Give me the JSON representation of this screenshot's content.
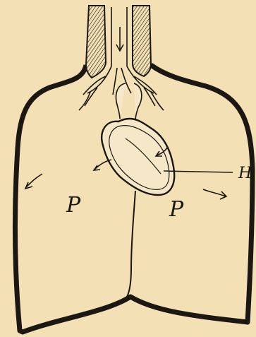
{
  "diagram": {
    "labels": {
      "left_pleural_space": "P",
      "right_pleural_space": "P",
      "heart_pointer": "H"
    },
    "colors": {
      "paper": "#f3e0b4",
      "ink": "#1b1712",
      "heart_fill": "#f5e7c8"
    }
  }
}
